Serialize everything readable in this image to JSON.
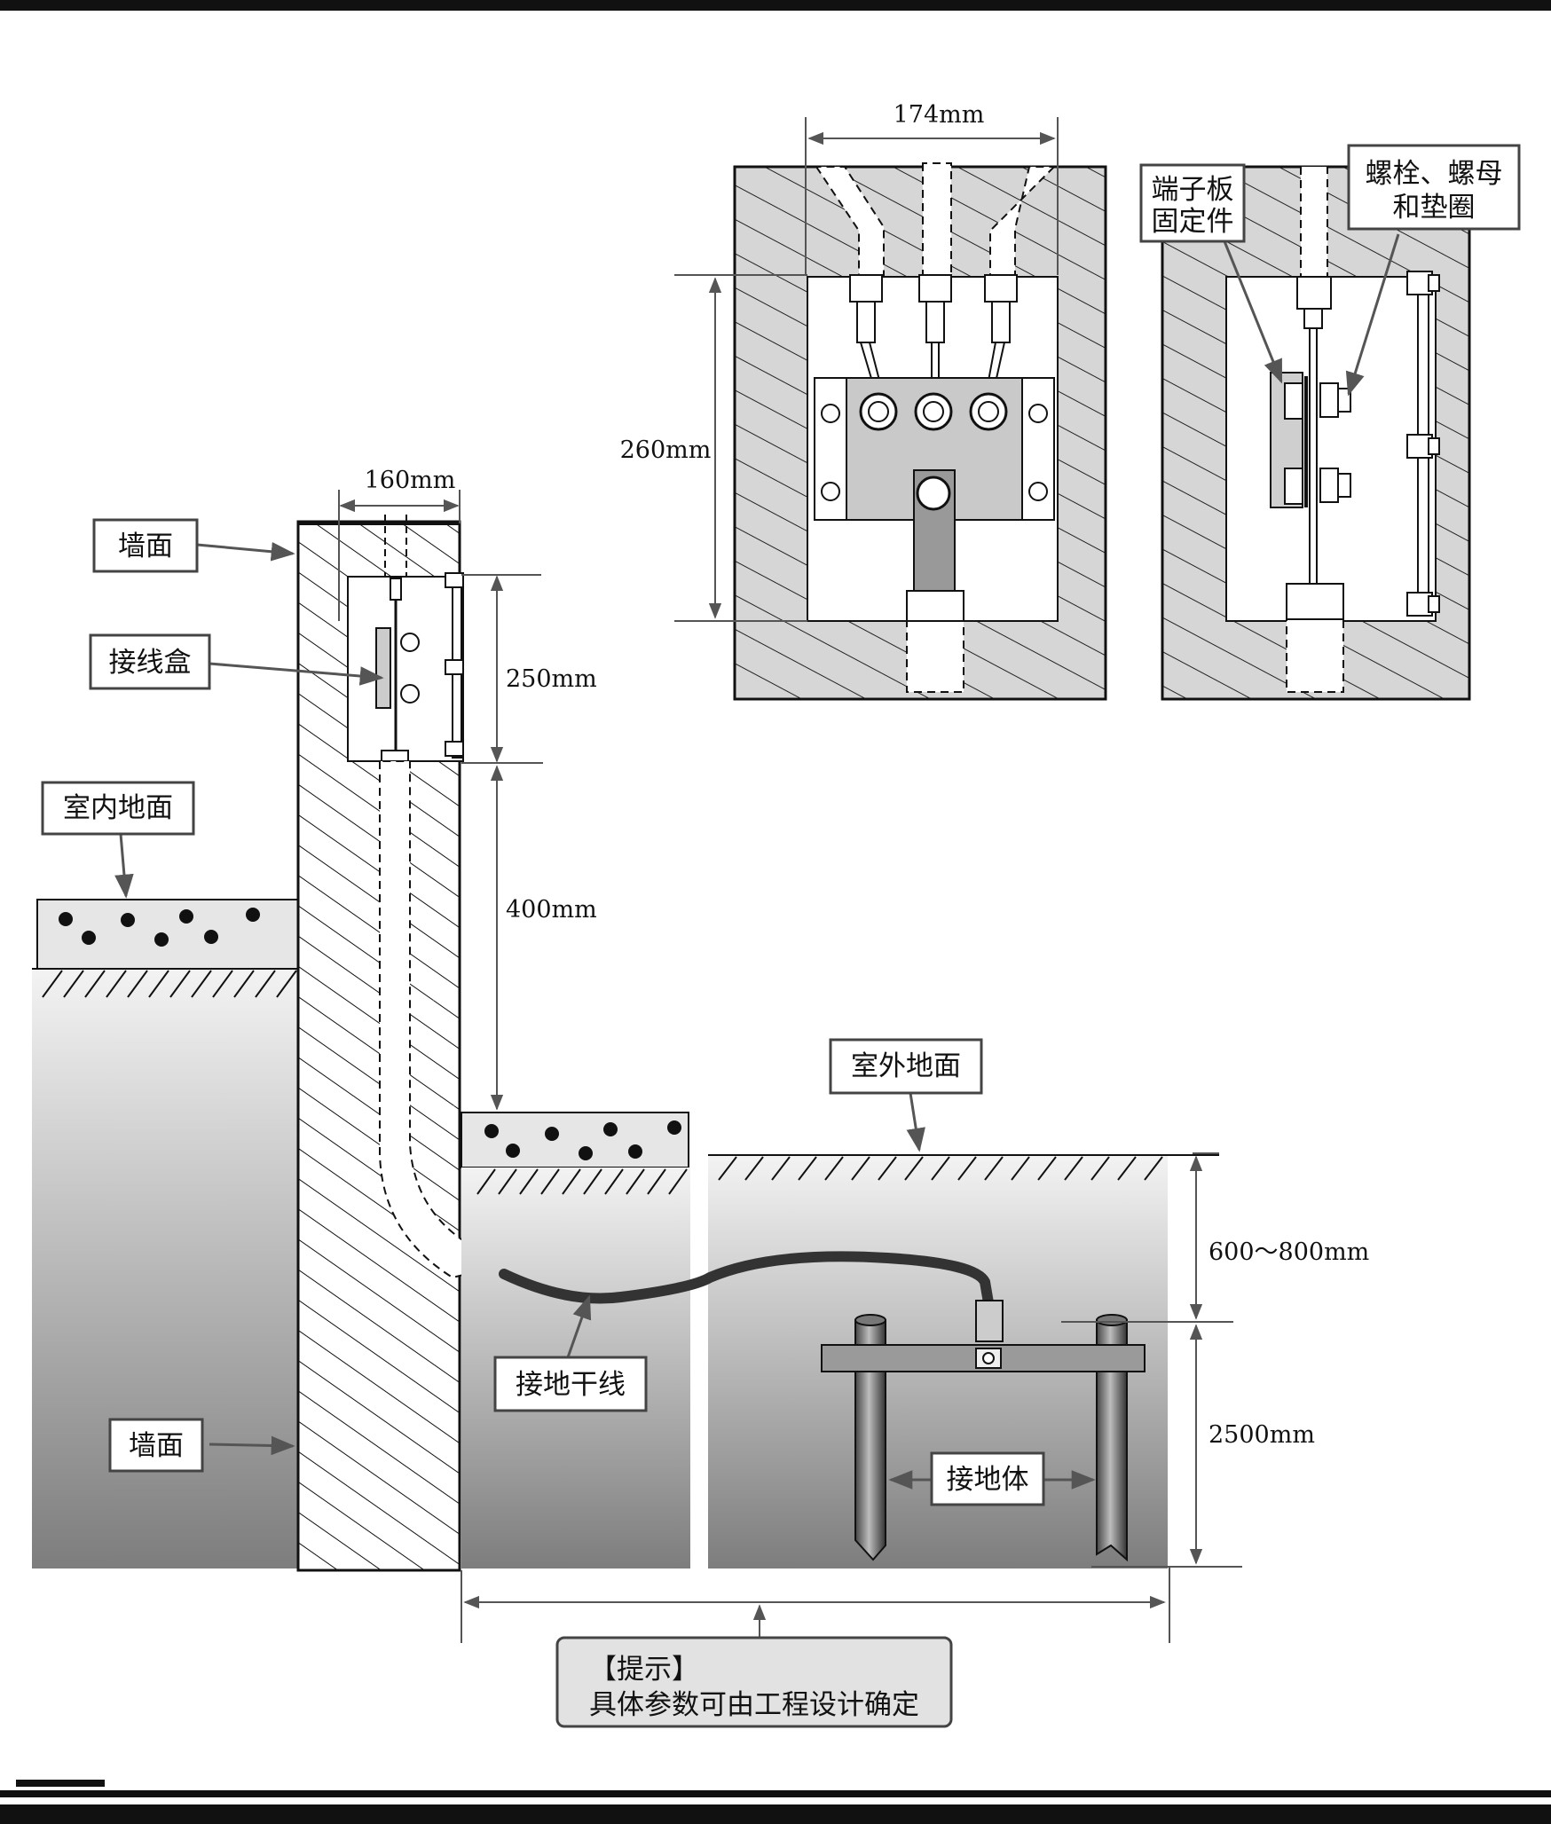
{
  "labels": {
    "wall_top": "墙面",
    "junction_box": "接线盒",
    "indoor_floor": "室内地面",
    "outdoor_floor": "室外地面",
    "ground_trunk": "接地干线",
    "wall_bottom": "墙面",
    "ground_body": "接地体",
    "terminal_fixture_line1": "端子板",
    "terminal_fixture_line2": "固定件",
    "bolt_line1": "螺栓、螺母",
    "bolt_line2": "和垫圈"
  },
  "dimensions": {
    "d174": "174mm",
    "d160": "160mm",
    "d260": "260mm",
    "d250": "250mm",
    "d400": "400mm",
    "d600_800": "600～800mm",
    "d2500": "2500mm"
  },
  "note": {
    "title": "【提示】",
    "text": "具体参数可由工程设计确定"
  },
  "colors": {
    "line": "#111111",
    "box_fill": "#d9d9d9",
    "soil_top": "#f2f2f2",
    "soil_bottom": "#808080",
    "cable": "#3a3a3a"
  }
}
